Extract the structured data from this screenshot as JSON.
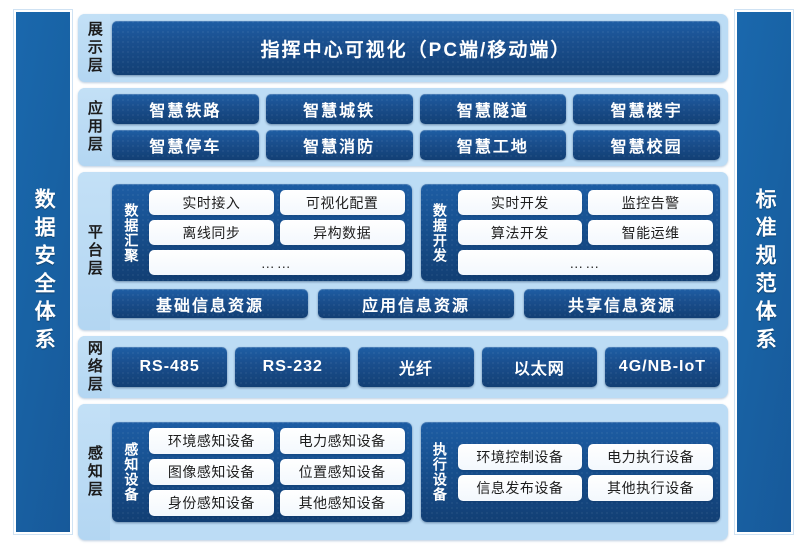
{
  "pillars": {
    "left": {
      "label": "数据安全体系"
    },
    "right": {
      "label": "标准规范体系"
    }
  },
  "layers": {
    "display": {
      "label": "展示层",
      "bar": "指挥中心可视化（PC端/移动端）"
    },
    "application": {
      "label": "应用层",
      "row1": [
        "智慧铁路",
        "智慧城铁",
        "智慧隧道",
        "智慧楼宇"
      ],
      "row2": [
        "智慧停车",
        "智慧消防",
        "智慧工地",
        "智慧校园"
      ]
    },
    "platform": {
      "label": "平台层",
      "groups": [
        {
          "title": "数据汇聚",
          "row1": [
            "实时接入",
            "可视化配置"
          ],
          "row2": [
            "离线同步",
            "异构数据"
          ],
          "more": "……"
        },
        {
          "title": "数据开发",
          "row1": [
            "实时开发",
            "监控告警"
          ],
          "row2": [
            "算法开发",
            "智能运维"
          ],
          "more": "……"
        }
      ],
      "resources": [
        "基础信息资源",
        "应用信息资源",
        "共享信息资源"
      ]
    },
    "network": {
      "label": "网络层",
      "items": [
        "RS-485",
        "RS-232",
        "光纤",
        "以太网",
        "4G/NB-IoT"
      ]
    },
    "perception": {
      "label": "感知层",
      "groups": [
        {
          "title": "感知设备",
          "row1": [
            "环境感知设备",
            "电力感知设备"
          ],
          "row2": [
            "图像感知设备",
            "位置感知设备"
          ],
          "row3": [
            "身份感知设备",
            "其他感知设备"
          ]
        },
        {
          "title": "执行设备",
          "row1": [
            "环境控制设备",
            "电力执行设备"
          ],
          "row2": [
            "信息发布设备",
            "其他执行设备"
          ]
        }
      ]
    }
  },
  "colors": {
    "pillar": "#1862a4",
    "layer_bg": "#bcdcf5",
    "chip_dark": "#1a4f8e",
    "chip_white": "#ffffff",
    "page_bg": "#ffffff"
  }
}
